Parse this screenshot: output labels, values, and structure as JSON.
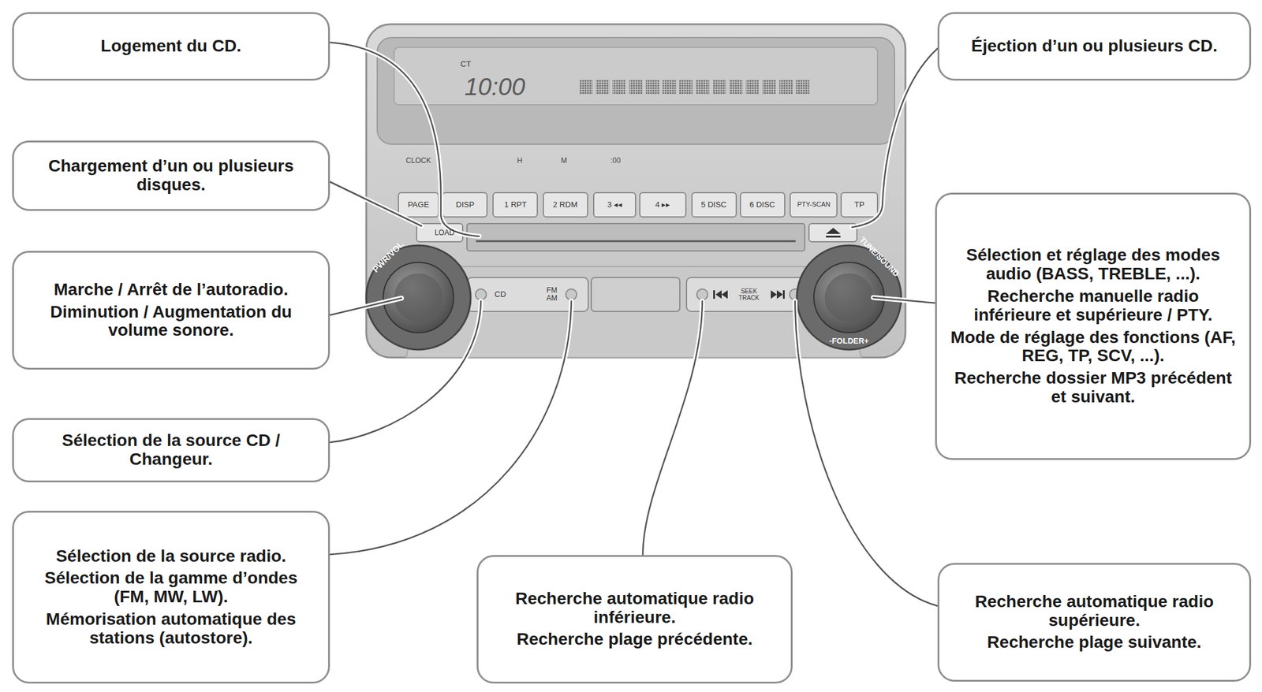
{
  "diagram": {
    "nodes": [
      {
        "text": [
          "Logement du CD."
        ]
      },
      {
        "text": [
          "Chargement d’un ou plusieurs disques."
        ]
      },
      {
        "text": [
          "Marche / Arrêt de l’autoradio.",
          "Diminution / Augmentation du volume sonore."
        ]
      },
      {
        "text": [
          "Sélection de la source CD / Changeur."
        ]
      },
      {
        "text": [
          "Sélection de la source radio.",
          "Sélection de la gamme d’ondes (FM, MW, LW).",
          "Mémorisation automatique des stations (autostore)."
        ]
      },
      {
        "text": [
          "Recherche automatique radio inférieure.",
          "Recherche plage précédente."
        ]
      },
      {
        "text": [
          "Éjection d’un ou plusieurs CD."
        ]
      },
      {
        "text": [
          "Sélection et réglage des modes audio (BASS, TREBLE, ...).",
          "Recherche manuelle radio inférieure et supérieure / PTY.",
          "Mode de réglage des fonctions (AF, REG, TP, SCV, ...).",
          "Recherche dossier MP3 précédent et suivant."
        ]
      },
      {
        "text": [
          "Recherche automatique radio supérieure.",
          "Recherche plage suivante."
        ]
      }
    ],
    "labels": [
      "CT",
      "10:00",
      "CLOCK",
      "H",
      "M",
      ":00",
      "PAGE",
      "DISP",
      "1 RPT",
      "2 RDM",
      "3 ◂◂",
      "4 ▸▸",
      "5 DISC",
      "6 DISC",
      "PTY-SCAN",
      "TP",
      "LOAD",
      "PWR/VOL",
      "CD",
      "FM AM",
      "SEEK TRACK",
      "TUNE/SOUND",
      "-FOLDER+"
    ]
  }
}
